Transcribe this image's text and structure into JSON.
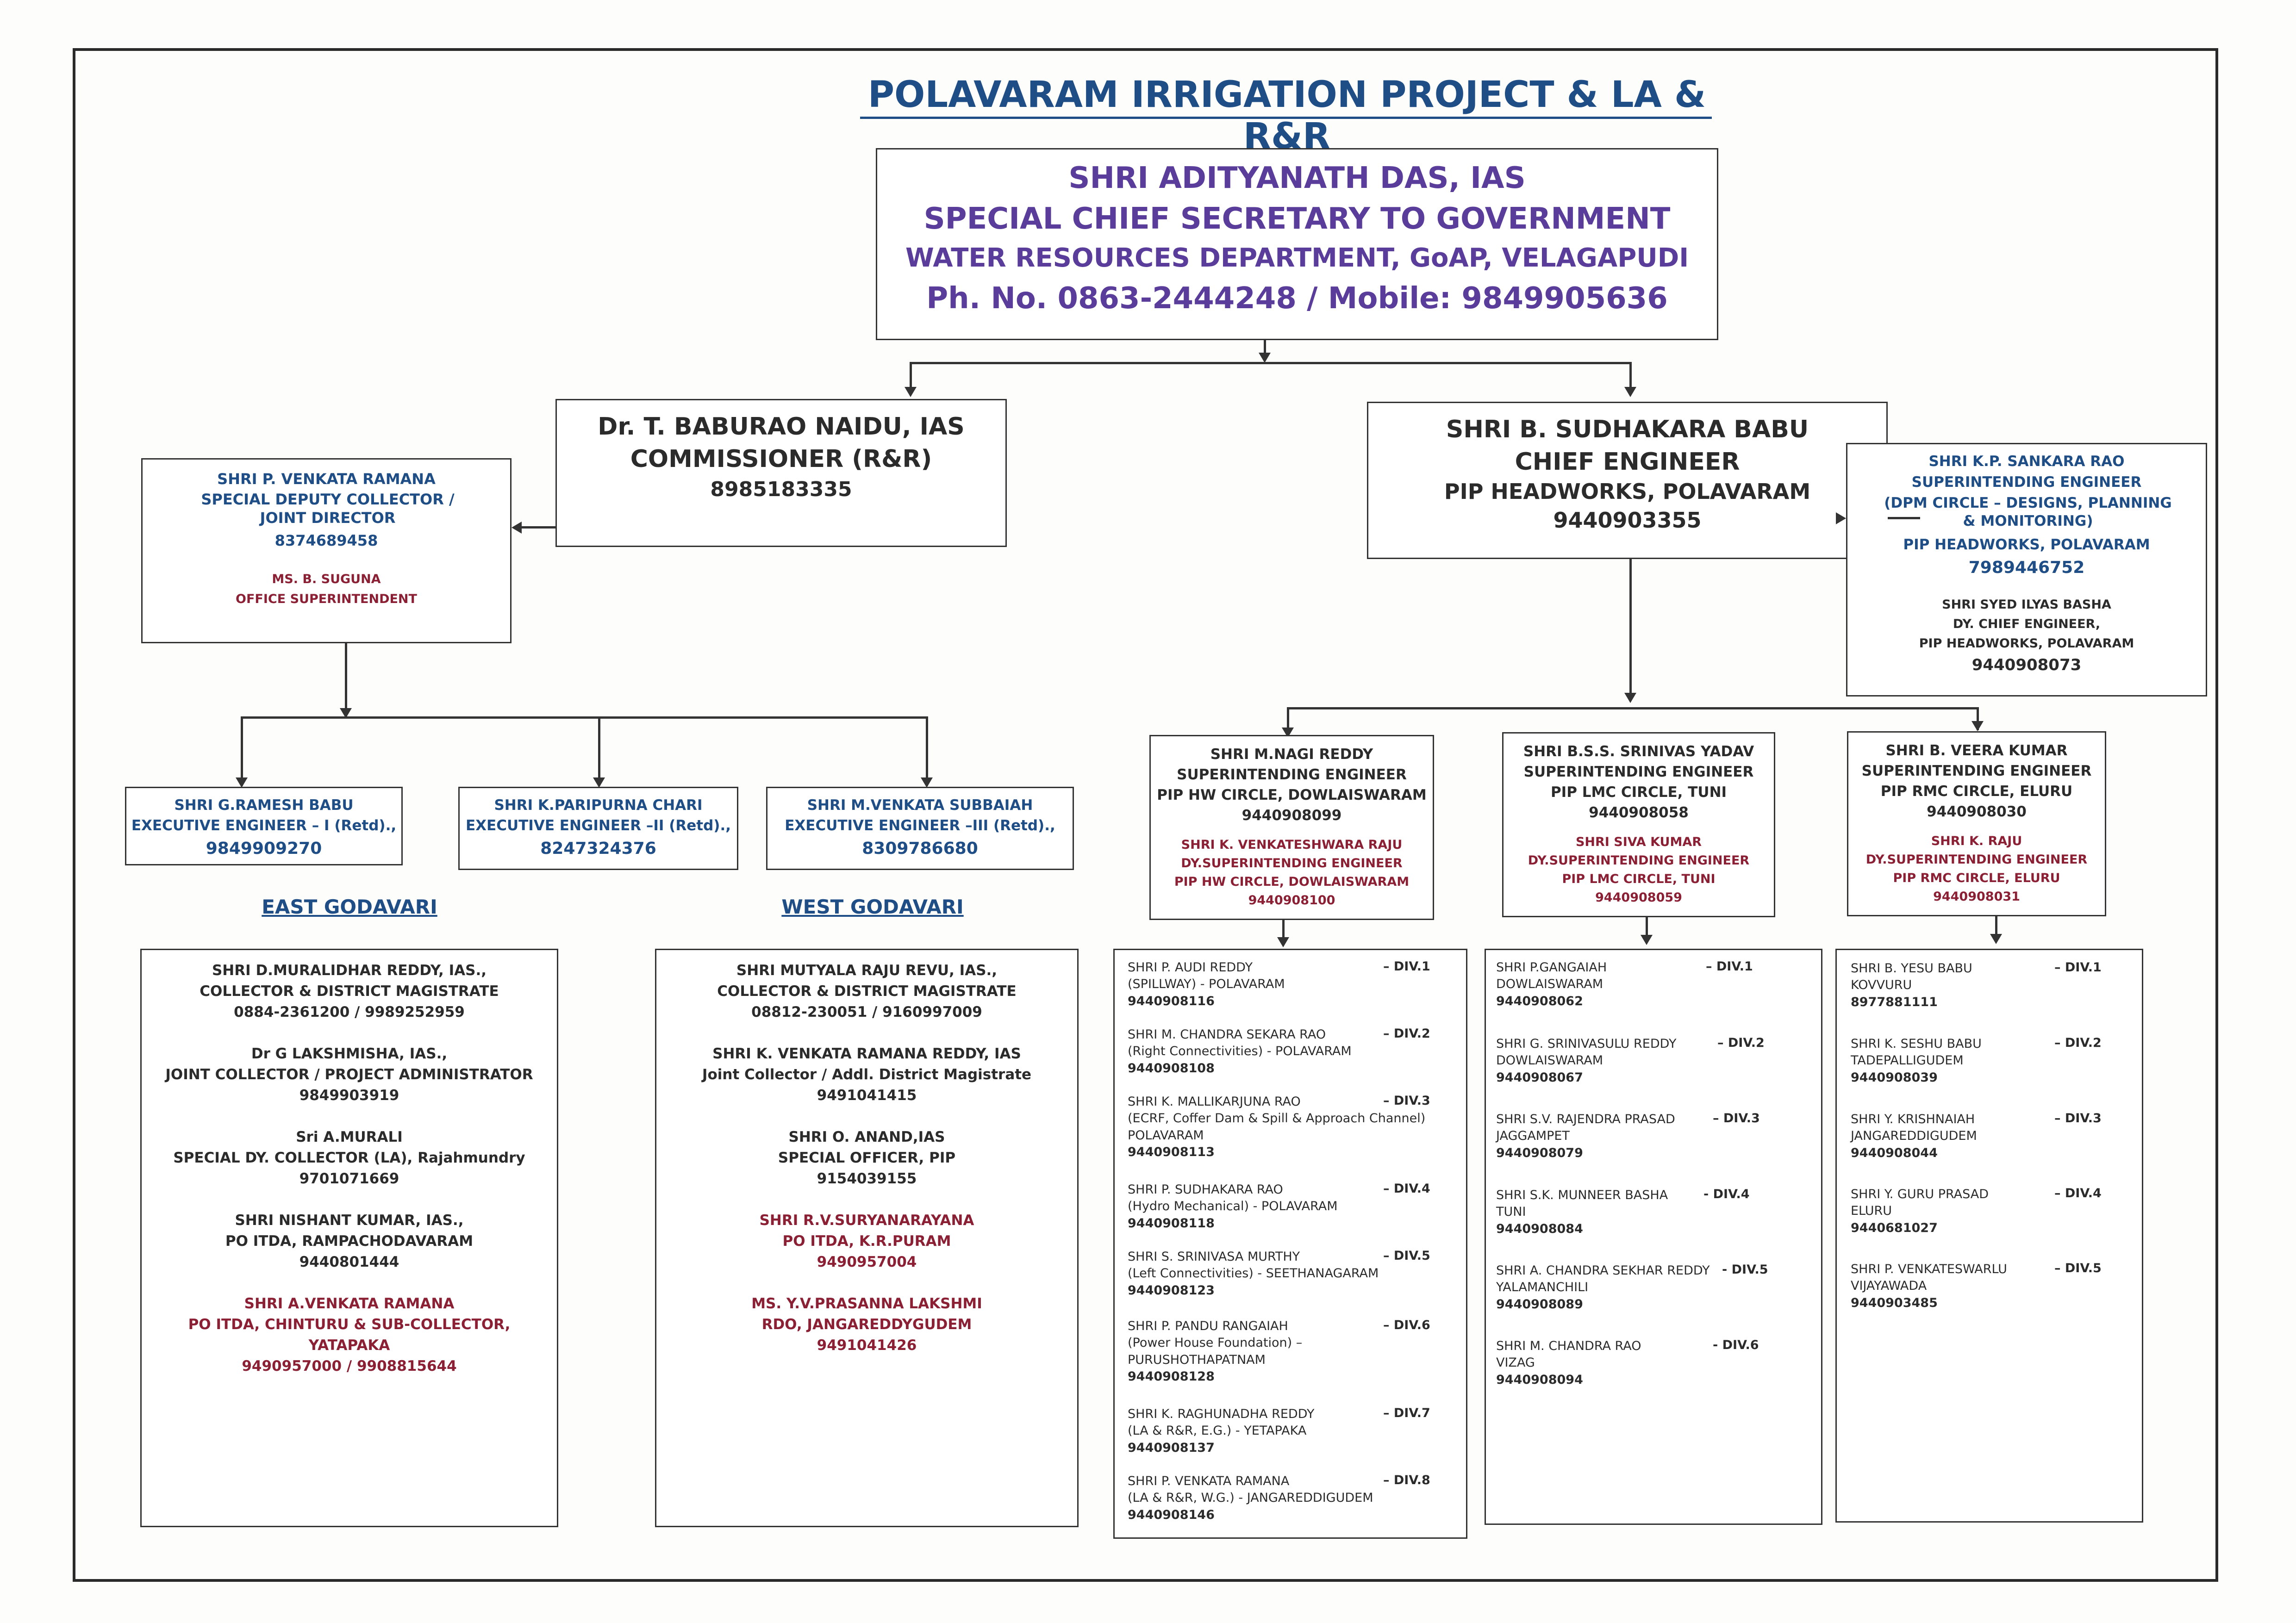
{
  "title": "POLAVARAM IRRIGATION PROJECT &  LA & R&R",
  "top": {
    "name": "SHRI ADITYANATH DAS, IAS",
    "designation": "SPECIAL CHIEF SECRETARY TO GOVERNMENT",
    "department": "WATER RESOURCES DEPARTMENT, GoAP, VELAGAPUDI",
    "phone": "Ph. No. 0863-2444248 / Mobile: 9849905636"
  },
  "commissioner": {
    "name": "Dr. T. BABURAO NAIDU, IAS",
    "designation": "COMMISSIONER (R&R)",
    "phone": "8985183335"
  },
  "chief_engineer": {
    "name": "SHRI B. SUDHAKARA BABU",
    "designation": "CHIEF ENGINEER",
    "office": "PIP HEADWORKS, POLAVARAM",
    "phone": "9440903355"
  },
  "deputy_collector": {
    "name": "SHRI P. VENKATA RAMANA",
    "designation": "SPECIAL DEPUTY COLLECTOR / JOINT DIRECTOR",
    "phone": "8374689458",
    "sub_name": "MS. B. SUGUNA",
    "sub_designation": "OFFICE SUPERINTENDENT"
  },
  "se_dpm": {
    "name": "SHRI K.P. SANKARA RAO",
    "designation": "SUPERINTENDING ENGINEER",
    "circle": "(DPM CIRCLE – DESIGNS, PLANNING & MONITORING)",
    "office": "PIP HEADWORKS, POLAVARAM",
    "phone": "7989446752",
    "sub_name": "SHRI SYED ILYAS BASHA",
    "sub_designation": "DY. CHIEF ENGINEER,",
    "sub_office": "PIP HEADWORKS, POLAVARAM",
    "sub_phone": "9440908073"
  },
  "executive_engineers": [
    {
      "name": "SHRI G.RAMESH BABU",
      "designation": "EXECUTIVE ENGINEER – I (Retd).,",
      "phone": "9849909270"
    },
    {
      "name": "SHRI K.PARIPURNA CHARI",
      "designation": "EXECUTIVE ENGINEER –II (Retd).,",
      "phone": "8247324376"
    },
    {
      "name": "SHRI M.VENKATA SUBBAIAH",
      "designation": "EXECUTIVE ENGINEER –III (Retd).,",
      "phone": "8309786680"
    }
  ],
  "regions": {
    "east": "EAST GODAVARI",
    "west": "WEST GODAVARI"
  },
  "east_officers": [
    {
      "l1": "SHRI D.MURALIDHAR REDDY, IAS.,",
      "l2": "COLLECTOR & DISTRICT MAGISTRATE",
      "l3": "0884-2361200 / 9989252959"
    },
    {
      "l1": "Dr G LAKSHMISHA, IAS.,",
      "l2": "JOINT COLLECTOR / PROJECT ADMINISTRATOR",
      "l3": "9849903919"
    },
    {
      "l1": "Sri A.MURALI",
      "l2": "SPECIAL DY. COLLECTOR (LA), Rajahmundry",
      "l3": "9701071669"
    },
    {
      "l1": "SHRI NISHANT KUMAR, IAS.,",
      "l2": "PO ITDA, RAMPACHODAVARAM",
      "l3": "9440801444"
    },
    {
      "l1": "SHRI A.VENKATA  RAMANA",
      "l2": "PO ITDA, CHINTURU & SUB-COLLECTOR,",
      "l2b": "YATAPAKA",
      "l3": "9490957000 / 9908815644"
    }
  ],
  "west_officers": [
    {
      "l1": "SHRI MUTYALA RAJU REVU, IAS.,",
      "l2": "COLLECTOR & DISTRICT MAGISTRATE",
      "l3": "08812-230051 / 9160997009"
    },
    {
      "l1": "SHRI K. VENKATA RAMANA REDDY, IAS",
      "l2": "Joint Collector / Addl. District Magistrate",
      "l3": "9491041415"
    },
    {
      "l1": "SHRI O. ANAND,IAS",
      "l2": "SPECIAL OFFICER, PIP",
      "l3": "9154039155"
    },
    {
      "l1": "SHRI R.V.SURYANARAYANA",
      "l2": "PO ITDA, K.R.PURAM",
      "l3": "9490957004"
    },
    {
      "l1": "MS. Y.V.PRASANNA LAKSHMI",
      "l2": "RDO, JANGAREDDYGUDEM",
      "l3": "9491041426"
    }
  ],
  "circles": [
    {
      "name": "SHRI M.NAGI REDDY",
      "designation": "SUPERINTENDING ENGINEER",
      "circle": "PIP HW CIRCLE, DOWLAISWARAM",
      "phone": "9440908099",
      "sub_name": "SHRI K. VENKATESHWARA RAJU",
      "sub_designation": "DY.SUPERINTENDING ENGINEER",
      "sub_circle": "PIP HW CIRCLE, DOWLAISWARAM",
      "sub_phone": "9440908100"
    },
    {
      "name": "SHRI B.S.S. SRINIVAS YADAV",
      "designation": "SUPERINTENDING ENGINEER",
      "circle": "PIP LMC CIRCLE, TUNI",
      "phone": "9440908058",
      "sub_name": "SHRI SIVA KUMAR",
      "sub_designation": "DY.SUPERINTENDING ENGINEER",
      "sub_circle": "PIP LMC CIRCLE, TUNI",
      "sub_phone": "9440908059"
    },
    {
      "name": "SHRI B. VEERA KUMAR",
      "designation": "SUPERINTENDING ENGINEER",
      "circle": "PIP RMC CIRCLE, ELURU",
      "phone": "9440908030",
      "sub_name": "SHRI K. RAJU",
      "sub_designation": "DY.SUPERINTENDING ENGINEER",
      "sub_circle": "PIP RMC CIRCLE, ELURU",
      "sub_phone": "9440908031"
    }
  ],
  "hw_divisions": [
    {
      "l1": "SHRI P. AUDI REDDY",
      "l2": "(SPILLWAY)   -  POLAVARAM",
      "l3": "",
      "phone": "9440908116",
      "div": "–     DIV.1"
    },
    {
      "l1": "SHRI M. CHANDRA SEKARA RAO",
      "l2": "(Right Connectivities)  - POLAVARAM",
      "l3": "",
      "phone": "9440908108",
      "div": "–     DIV.2"
    },
    {
      "l1": "SHRI K. MALLIKARJUNA RAO",
      "l2": "(ECRF, Coffer Dam & Spill & Approach Channel)",
      "l3": "POLAVARAM",
      "phone": "9440908113",
      "div": "–     DIV.3"
    },
    {
      "l1": "SHRI P. SUDHAKARA RAO",
      "l2": "(Hydro Mechanical)    -   POLAVARAM",
      "l3": "",
      "phone": "9440908118",
      "div": "–     DIV.4"
    },
    {
      "l1": "SHRI S. SRINIVASA MURTHY",
      "l2": "(Left Connectivities)  - SEETHANAGARAM",
      "l3": "",
      "phone": "9440908123",
      "div": "–     DIV.5"
    },
    {
      "l1": "SHRI P. PANDU RANGAIAH",
      "l2": "(Power House Foundation) –",
      "l3": "PURUSHOTHAPATNAM",
      "phone": "9440908128",
      "div": "–     DIV.6"
    },
    {
      "l1": "SHRI K. RAGHUNADHA REDDY",
      "l2": "(LA & R&R, E.G.)  -  YETAPAKA",
      "l3": "",
      "phone": "9440908137",
      "div": "–     DIV.7"
    },
    {
      "l1": "SHRI P. VENKATA RAMANA",
      "l2": "(LA & R&R, W.G.)  -  JANGAREDDIGUDEM",
      "l3": "",
      "phone": "9440908146",
      "div": "–     DIV.8"
    }
  ],
  "lmc_divisions": [
    {
      "l1": "SHRI P.GANGAIAH",
      "l2": "DOWLAISWARAM",
      "phone": "9440908062",
      "div": "–     DIV.1"
    },
    {
      "l1": "SHRI G. SRINIVASULU REDDY",
      "l2": "DOWLAISWARAM",
      "phone": "9440908067",
      "div": "–     DIV.2"
    },
    {
      "l1": "SHRI S.V. RAJENDRA PRASAD",
      "l2": "JAGGAMPET",
      "phone": "9440908079",
      "div": "–     DIV.3"
    },
    {
      "l1": "SHRI S.K. MUNNEER BASHA",
      "l2": "TUNI",
      "phone": "9440908084",
      "div": "-       DIV.4"
    },
    {
      "l1": "SHRI A. CHANDRA SEKHAR REDDY",
      "l2": "YALAMANCHILI",
      "phone": "9440908089",
      "div": "-     DIV.5"
    },
    {
      "l1": "SHRI M. CHANDRA RAO",
      "l2": "VIZAG",
      "phone": "9440908094",
      "div": "-       DIV.6"
    }
  ],
  "rmc_divisions": [
    {
      "l1": "SHRI B. YESU BABU",
      "l2": "KOVVURU",
      "phone": "8977881111",
      "div": "–       DIV.1"
    },
    {
      "l1": "SHRI K. SESHU BABU",
      "l2": "TADEPALLIGUDEM",
      "phone": "9440908039",
      "div": "–       DIV.2"
    },
    {
      "l1": "SHRI Y. KRISHNAIAH",
      "l2": "JANGAREDDIGUDEM",
      "phone": "9440908044",
      "div": "–       DIV.3"
    },
    {
      "l1": "SHRI Y. GURU PRASAD",
      "l2": "ELURU",
      "phone": "9440681027",
      "div": "–       DIV.4"
    },
    {
      "l1": "SHRI P. VENKATESWARLU",
      "l2": "VIJAYAWADA",
      "phone": "9440903485",
      "div": "–       DIV.5"
    }
  ]
}
